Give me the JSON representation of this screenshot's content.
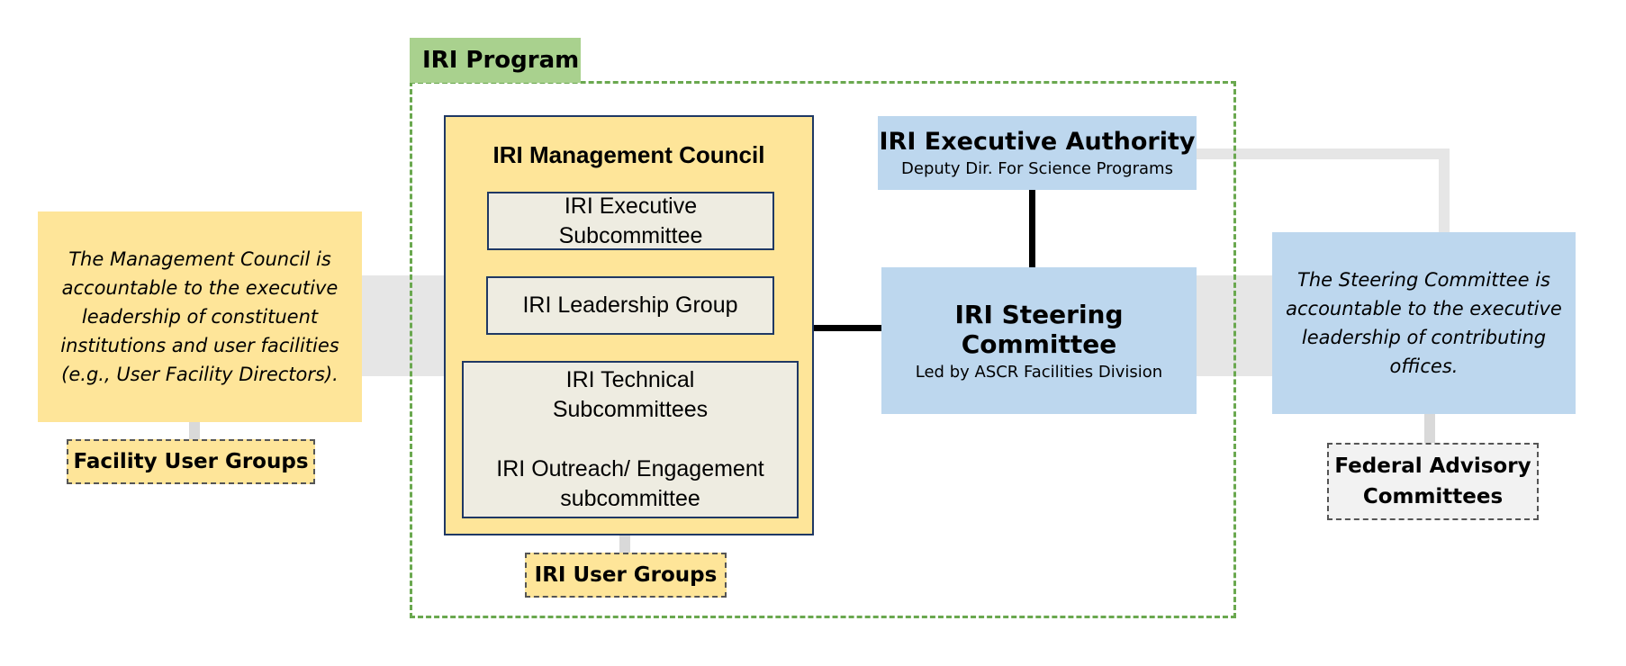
{
  "program": {
    "label": "IRI Program"
  },
  "management_council": {
    "title": "IRI Management Council",
    "subcommittees": [
      {
        "lines": [
          "IRI Executive",
          "Subcommittee"
        ]
      },
      {
        "lines": [
          "IRI Leadership Group"
        ]
      },
      {
        "lines": [
          "IRI Technical",
          "Subcommittees",
          "",
          "IRI Outreach/ Engagement",
          "subcommittee"
        ]
      }
    ]
  },
  "left_note": {
    "lines": [
      "The Management Council is",
      "accountable to the executive",
      "leadership of constituent",
      "institutions and user facilities",
      "(e.g., User Facility Directors)."
    ]
  },
  "facility_user_groups": {
    "label": "Facility User Groups"
  },
  "iri_user_groups": {
    "label": "IRI User Groups"
  },
  "executive_authority": {
    "title": "IRI Executive Authority",
    "subtitle": "Deputy Dir. For Science Programs"
  },
  "steering_committee": {
    "title": "IRI Steering Committee",
    "subtitle": "Led by ASCR Facilities Division"
  },
  "right_note": {
    "lines": [
      "The Steering Committee is",
      "accountable to the executive",
      "leadership of contributing",
      "offices."
    ]
  },
  "federal_advisory": {
    "lines": [
      "Federal Advisory",
      "Committees"
    ]
  },
  "colors": {
    "program_green": "#6aa84f",
    "program_tab": "#a9d18e",
    "council_yellow": "#fee599",
    "steering_blue": "#bdd7ee",
    "subcommittee_grey": "#eeece1",
    "border_navy": "#1f3864"
  }
}
